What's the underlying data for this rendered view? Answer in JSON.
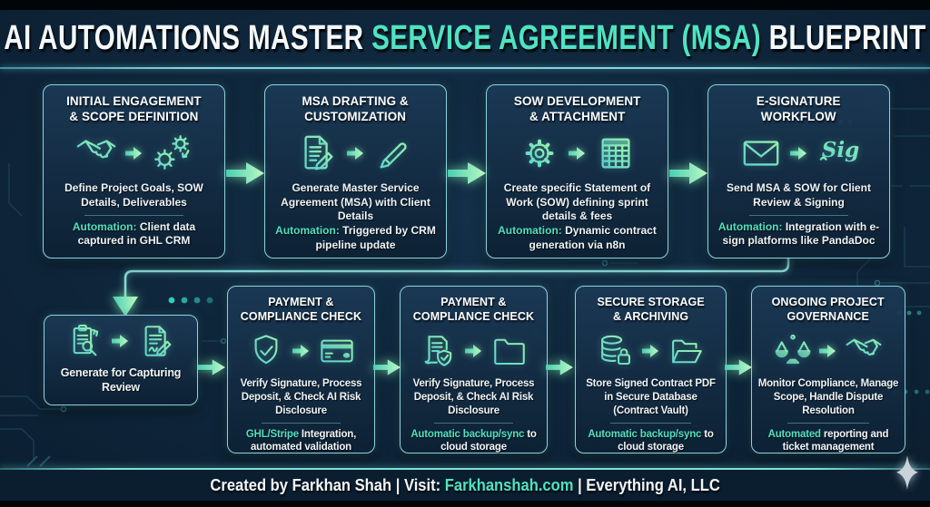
{
  "header": {
    "title_parts": [
      "AI AUTOMATIONS MASTER ",
      "SERVICE AGREEMENT (MSA)",
      " BLUEPRINT"
    ]
  },
  "colors": {
    "accent_teal": "#4fe3c2",
    "arrow_green": "#a9f5b8",
    "card_border": "#8fd2dd",
    "background_navy": "#0e2438"
  },
  "cards_top": [
    {
      "title": "INITIAL ENGAGEMENT\n& SCOPE DEFINITION",
      "icon_a": "handshake-icon",
      "icon_b": "gears-sync-icon",
      "body": "Define Project Goals, SOW Details, Deliverables",
      "note_highlight": "Automation:",
      "note_rest": " Client data captured in GHL CRM",
      "divider": true
    },
    {
      "title": "MSA DRAFTING &\nCUSTOMIZATION",
      "icon_a": "document-edit-icon",
      "icon_b": "pen-icon",
      "body": "Generate Master Service Agreement (MSA) with Client Details",
      "note_highlight": "Automation:",
      "note_rest": " Triggered by CRM pipeline update",
      "divider": false
    },
    {
      "title": "SOW DEVELOPMENT\n& ATTACHMENT",
      "icon_a": "gear-icon",
      "icon_b": "spreadsheet-icon",
      "body": "Create specific Statement of Work (SOW) defining sprint details & fees",
      "note_highlight": "Automation:",
      "note_rest": " Dynamic contract generation via n8n",
      "divider": false
    },
    {
      "title": "E-SIGNATURE\nWORKFLOW",
      "icon_a": "envelope-icon",
      "icon_b": "signature-icon",
      "body": "Send MSA & SOW for Client Review & Signing",
      "note_highlight": "Automation:",
      "note_rest": " Integration with e-sign platforms like PandaDoc",
      "divider": true
    }
  ],
  "cards_bottom": [
    {
      "title": "",
      "icon_a": "clipboard-search-icon",
      "icon_b": "document-signature-icon",
      "body": "Generate for Capturing Review",
      "note_highlight": "",
      "note_rest": "",
      "divider": false
    },
    {
      "title": "PAYMENT &\nCOMPLIANCE CHECK",
      "icon_a": "shield-check-icon",
      "icon_b": "credit-card-icon",
      "body": "Verify Signature, Process Deposit, & Check AI Risk Disclosure",
      "note_highlight": "GHL/Stripe",
      "note_rest": " Integration, automated validation",
      "divider": true
    },
    {
      "title": "PAYMENT &\nCOMPLIANCE CHECK",
      "icon_a": "document-shield-icon",
      "icon_b": "folder-icon",
      "body": "Verify Signature, Process Deposit, & Check AI Risk Disclosure",
      "note_highlight": "Automatic backup/sync",
      "note_rest": " to cloud storage",
      "divider": true
    },
    {
      "title": "SECURE STORAGE\n& ARCHIVING",
      "icon_a": "database-lock-icon",
      "icon_b": "folder-open-icon",
      "body": "Store Signed Contract PDF in Secure Database (Contract Vault)",
      "note_highlight": "Automatic backup/sync",
      "note_rest": " to cloud storage",
      "divider": true
    },
    {
      "title": "ONGOING PROJECT\nGOVERNANCE",
      "icon_a": "scales-icon",
      "icon_b": "handshake-icon",
      "body": "Monitor Compliance, Manage Scope, Handle Dispute Resolution",
      "note_highlight": "Automated",
      "note_rest": " reporting and ticket management",
      "divider": true
    }
  ],
  "footer": {
    "parts": [
      "Created by Farkhan Shah | Visit: ",
      "Farkhanshah.com",
      " | Everything AI, LLC"
    ]
  }
}
